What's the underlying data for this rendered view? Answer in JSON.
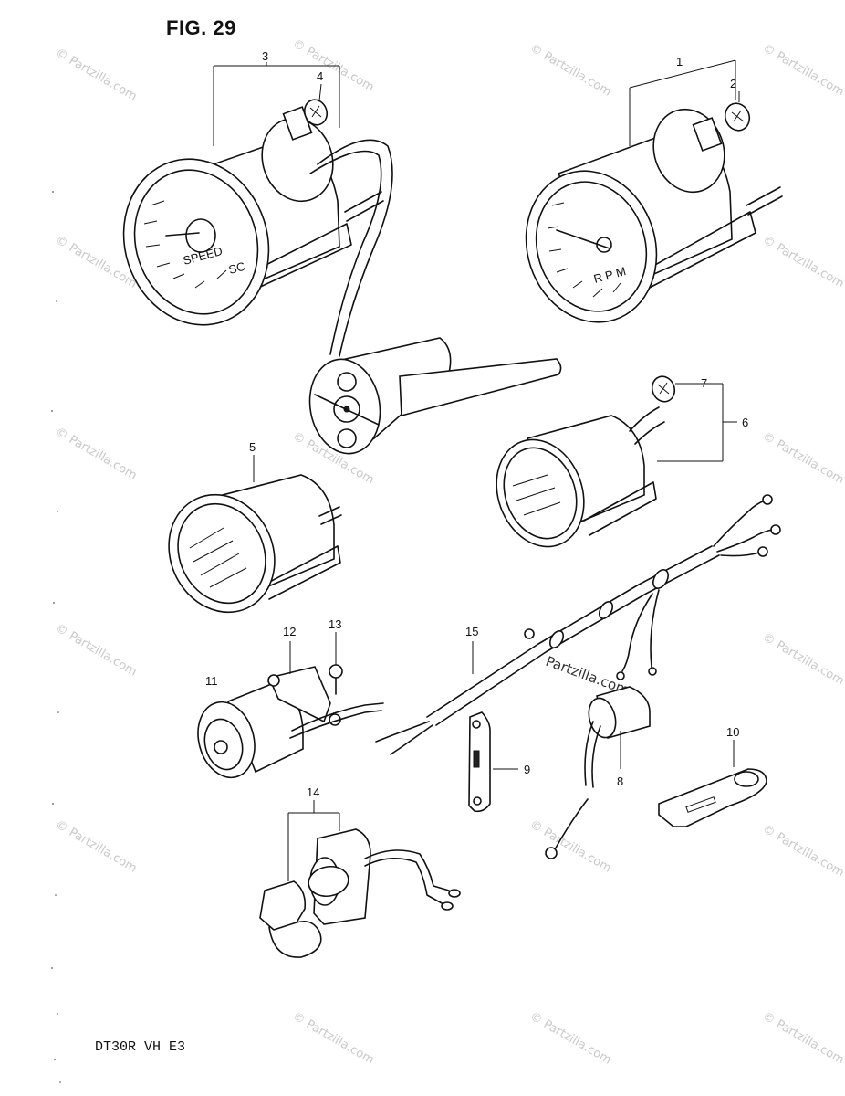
{
  "figure": {
    "title": "FIG. 29",
    "model_code": "DT30R  VH  E3"
  },
  "callouts": [
    "1",
    "2",
    "3",
    "4",
    "5",
    "6",
    "7",
    "8",
    "9",
    "10",
    "11",
    "12",
    "13",
    "14",
    "15"
  ],
  "dial_text": {
    "speedometer": [
      "SPEED",
      "SC"
    ],
    "tachometer": [
      "R P M"
    ]
  },
  "watermark": {
    "site": "© Partzilla.com",
    "center": "Partzilla.com"
  }
}
